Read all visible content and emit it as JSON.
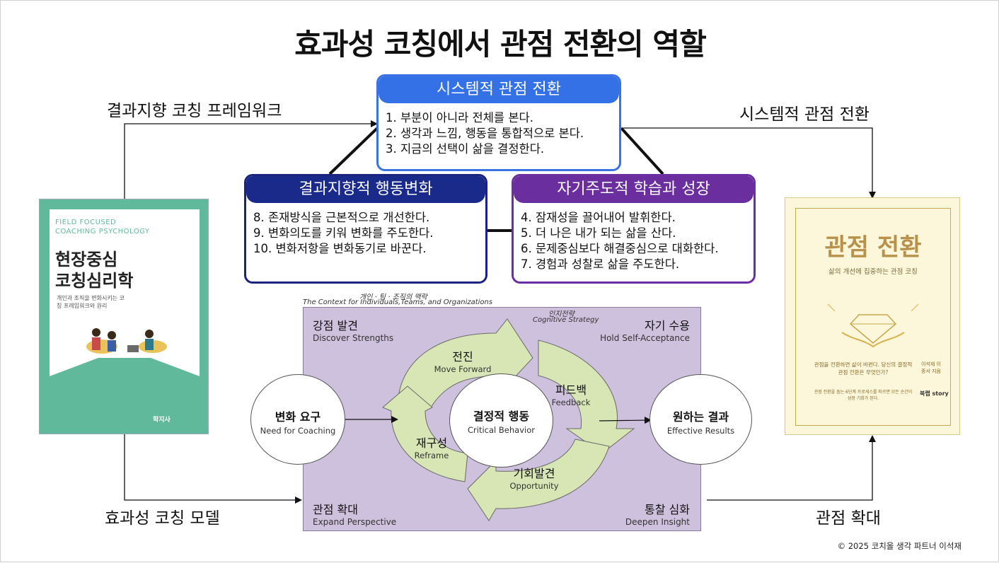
{
  "title": "효과성 코칭에서 관점 전환의 역할",
  "flow_labels": {
    "top_left": "결과지향 코칭 프레임워크",
    "top_right": "시스템적 관점 전환",
    "bottom_left": "효과성 코칭 모델",
    "bottom_right": "관점 확대"
  },
  "boxes": {
    "systemic": {
      "title": "시스템적 관점 전환",
      "items": [
        "1. 부분이 아니라 전체를 본다.",
        "2. 생각과 느낌, 행동을 통합적으로 본다.",
        "3. 지금의 선택이 삶을 결정한다."
      ],
      "color": "#3470e6"
    },
    "result": {
      "title": "결과지향적 행동변화",
      "items": [
        "8. 존재방식을 근본적으로 개선한다.",
        "9. 변화의도를 키워 변화를 주도한다.",
        "10. 변화저항을 변화동기로 바꾼다."
      ],
      "color": "#1a2a8a"
    },
    "self": {
      "title": "자기주도적 학습과 성장",
      "items": [
        "4. 잠재성을 끌어내어 발휘한다.",
        "5. 더 나은 내가 되는 삶을 산다.",
        "6. 문제중심보다 해결중심으로 대화한다.",
        "7. 경험과 성찰로 삶을 주도한다."
      ],
      "color": "#6a2e9e"
    }
  },
  "book_left": {
    "en_line1": "FIELD FOCUSED",
    "en_line2": "COACHING PSYCHOLOGY",
    "title_line1": "현장중심",
    "title_line2": "코칭심리학",
    "subtitle": "개인과 조직을 변화시키는 코칭 프레임워크와 원리",
    "publisher": "학지사"
  },
  "book_right": {
    "title": "관점 전환",
    "subtitle": "삶의 개선에 집중하는 관점 코칭",
    "desc": "관점을 전환하면 삶이 바뀐다. 당신의 결정적 관점 전환은 무엇인가?",
    "desc2": "관점 전환을 돕는 6단계 프로세스를 따르면 모든 순간이 성장 기회가 된다.",
    "author": "이석재 이종서 지음",
    "publisher": "북랩 story"
  },
  "model": {
    "context_ko": "개인 · 팀 · 조직의 맥락",
    "context_en": "The Context for Individuals,Teams,  and Organizations",
    "cognitive_ko": "인지전략",
    "cognitive_en": "Cognitive Strategy",
    "corners": {
      "tl": {
        "ko": "강점 발견",
        "en": "Discover Strengths"
      },
      "tr": {
        "ko": "자기 수용",
        "en": "Hold Self-Acceptance"
      },
      "bl": {
        "ko": "관점 확대",
        "en": "Expand Perspective"
      },
      "br": {
        "ko": "통찰 심화",
        "en": "Deepen Insight"
      }
    },
    "input": {
      "ko": "변화 요구",
      "en": "Need for Coaching"
    },
    "output": {
      "ko": "원하는 결과",
      "en": "Effective Results"
    },
    "center": {
      "ko": "결정적 행동",
      "en": "Critical Behavior"
    },
    "steps": {
      "forward": {
        "ko": "전진",
        "en": "Move Forward"
      },
      "feedback": {
        "ko": "피드백",
        "en": "Feedback"
      },
      "opportunity": {
        "ko": "기회발견",
        "en": "Opportunity"
      },
      "reframe": {
        "ko": "재구성",
        "en": "Reframe"
      }
    }
  },
  "copyright": "© 2025 코치올 생각 파트너 이석재"
}
